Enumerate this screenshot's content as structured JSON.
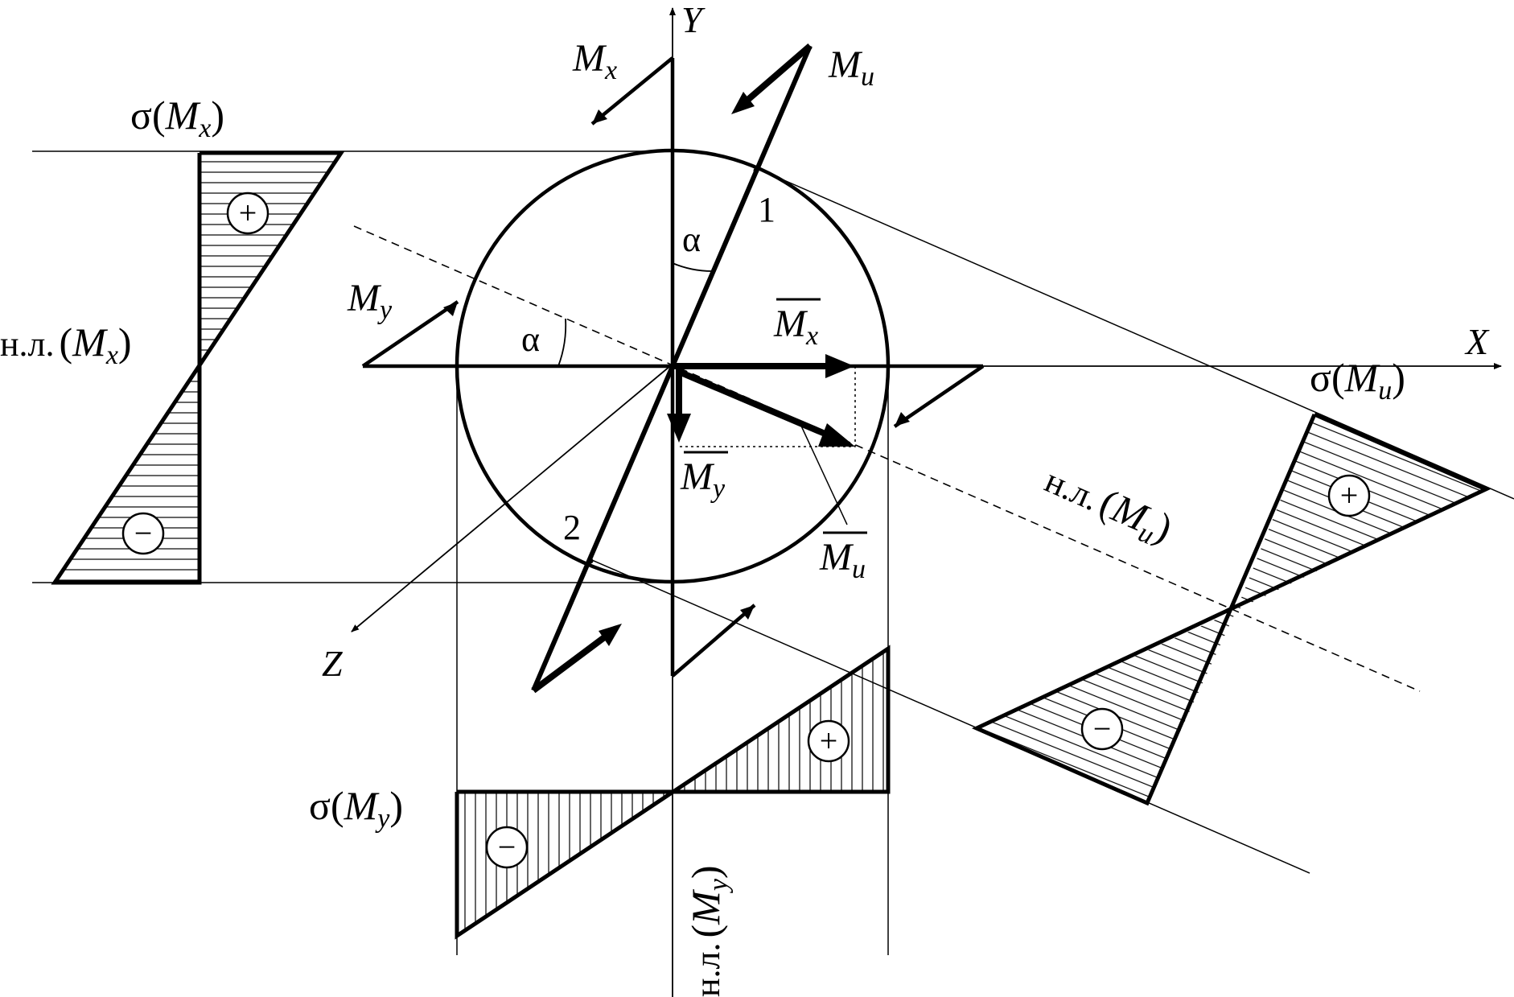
{
  "axes": {
    "x": "X",
    "y": "Y",
    "z": "Z"
  },
  "moments": {
    "mx": {
      "base": "M",
      "sub": "x"
    },
    "my": {
      "base": "M",
      "sub": "y"
    },
    "mu": {
      "base": "M",
      "sub": "u"
    }
  },
  "vectors": {
    "mx_bar": {
      "base": "M",
      "sub": "x"
    },
    "my_bar": {
      "base": "M",
      "sub": "y"
    },
    "mu_bar": {
      "base": "M",
      "sub": "u"
    }
  },
  "angles": {
    "alpha_vertical": "α",
    "alpha_horizontal": "α"
  },
  "points": {
    "p1": "1",
    "p2": "2"
  },
  "stress_diagrams": {
    "sigma_mx": {
      "prefix": "σ(",
      "base": "M",
      "sub": "x",
      "suffix": ")"
    },
    "sigma_my": {
      "prefix": "σ(",
      "base": "M",
      "sub": "y",
      "suffix": ")"
    },
    "sigma_mu": {
      "prefix": "σ(",
      "base": "M",
      "sub": "u",
      "suffix": ")"
    }
  },
  "neutral_lines": {
    "nl_mx": {
      "prefix": "н.л.",
      "open": "(",
      "base": "M",
      "sub": "x",
      "close": ")"
    },
    "nl_my": {
      "prefix": "н.л.",
      "open": "(",
      "base": "M",
      "sub": "y",
      "close": ")"
    },
    "nl_mu": {
      "prefix": "н.л.",
      "open": "(",
      "base": "M",
      "sub": "u",
      "close": ")"
    }
  },
  "signs": {
    "plus": "+",
    "minus": "−"
  }
}
